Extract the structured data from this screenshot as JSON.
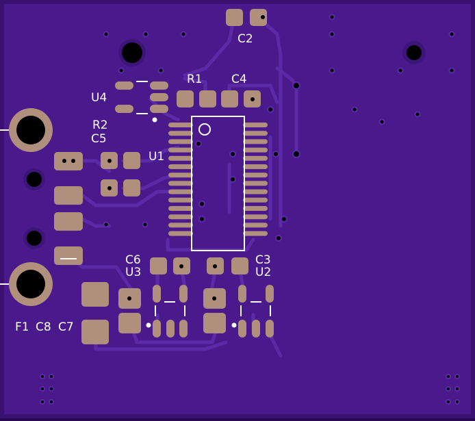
{
  "colors": {
    "board": "#4a1a8c",
    "board_edge": "#3a1070",
    "trace": "#5b2aa6",
    "pad": "#b08f7d",
    "silk": "#ffffff",
    "via": "#000000"
  },
  "labels": {
    "c2": "C2",
    "r1": "R1",
    "c4": "C4",
    "u4": "U4",
    "r2": "R2",
    "c5": "C5",
    "u1": "U1",
    "c6": "C6",
    "u3": "U3",
    "c3": "C3",
    "u2": "U2",
    "f1": "F1",
    "c8": "C8",
    "c7": "C7"
  }
}
